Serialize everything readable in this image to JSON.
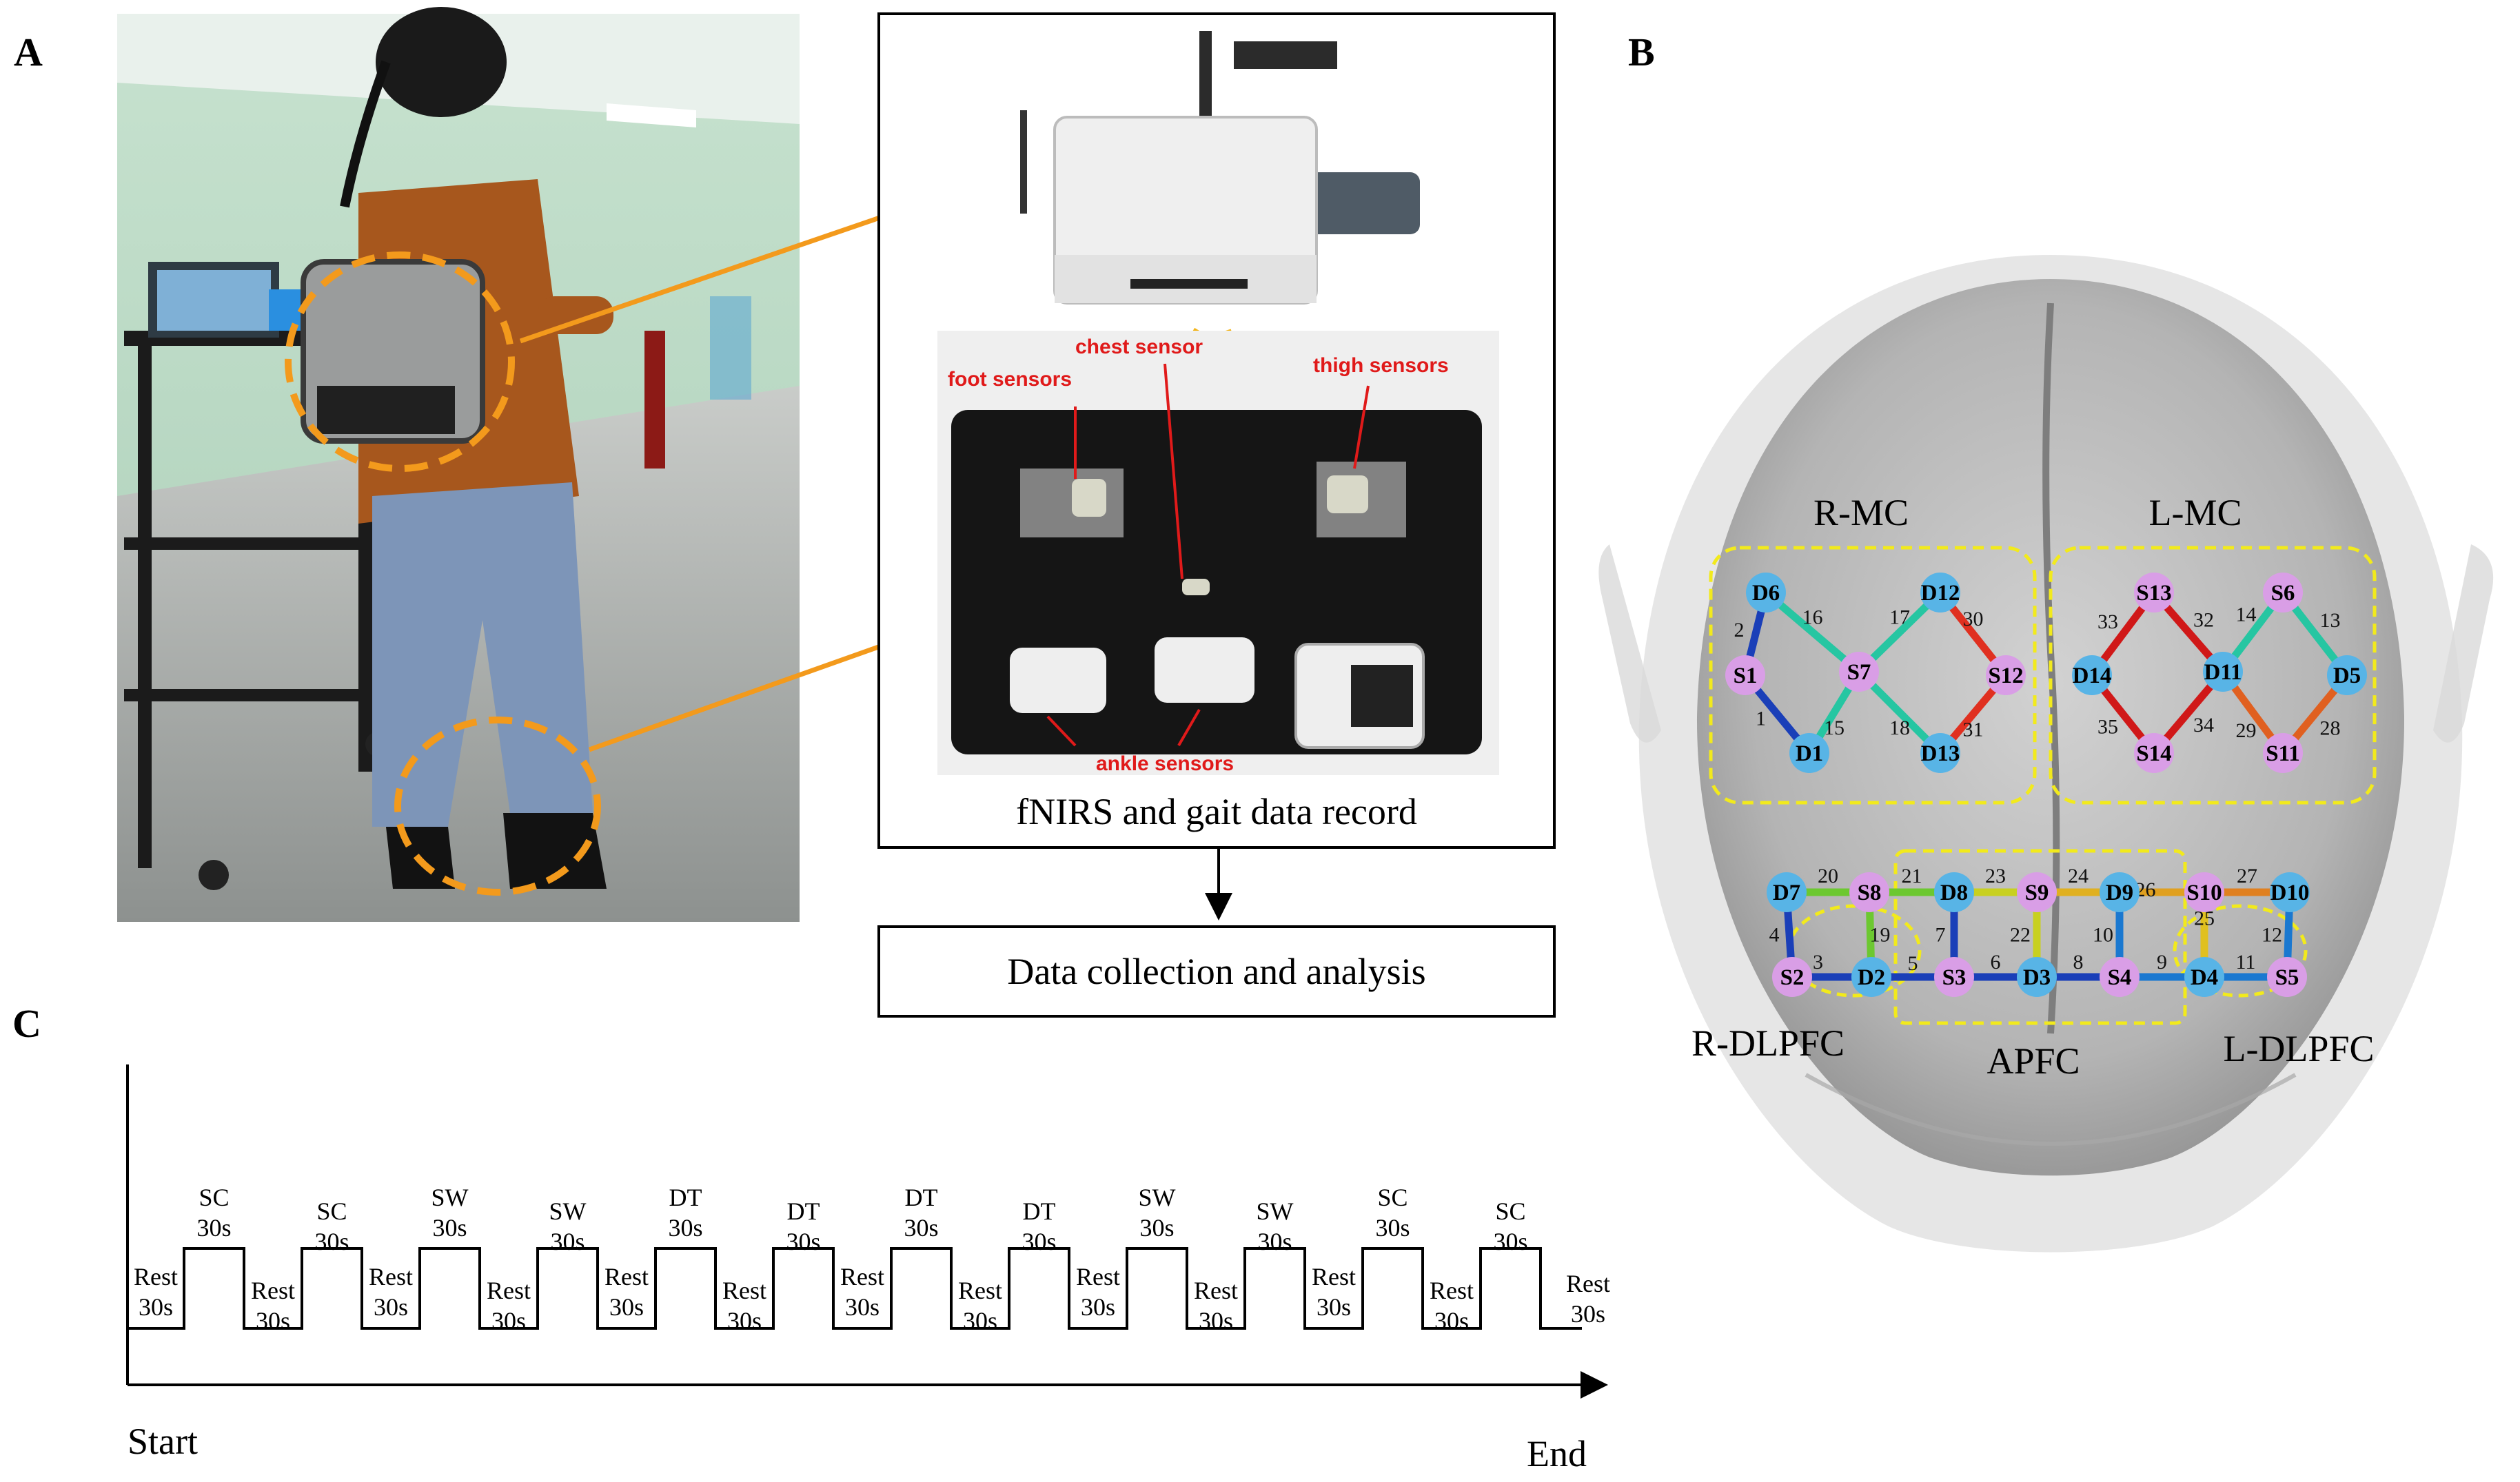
{
  "panels": {
    "a": "A",
    "b": "B",
    "c": "C"
  },
  "panel_a": {
    "right_caption": "fNIRS and gait data record",
    "sensors": {
      "foot": "foot sensors",
      "chest": "chest sensor",
      "thigh": "thigh sensors",
      "ankle": "ankle sensors"
    },
    "next_box": "Data collection and analysis"
  },
  "panel_b": {
    "regions": {
      "rmc": "R-MC",
      "lmc": "L-MC",
      "rdlpfc": "R-DLPFC",
      "apfc": "APFC",
      "ldlpfc": "L-DLPFC"
    },
    "colors": {
      "source": "#d99ee6",
      "detector": "#58b4e6",
      "roi_box": "#f2ea1c"
    },
    "nodes": [
      {
        "id": "D6",
        "kind": "detector"
      },
      {
        "id": "S1",
        "kind": "source"
      },
      {
        "id": "D1",
        "kind": "detector"
      },
      {
        "id": "S7",
        "kind": "source"
      },
      {
        "id": "D12",
        "kind": "detector"
      },
      {
        "id": "S12",
        "kind": "source"
      },
      {
        "id": "D13",
        "kind": "detector"
      },
      {
        "id": "S13",
        "kind": "source"
      },
      {
        "id": "D14",
        "kind": "detector"
      },
      {
        "id": "S14",
        "kind": "source"
      },
      {
        "id": "D11",
        "kind": "detector"
      },
      {
        "id": "S6",
        "kind": "source"
      },
      {
        "id": "D5",
        "kind": "detector"
      },
      {
        "id": "S11",
        "kind": "source"
      },
      {
        "id": "D7",
        "kind": "detector"
      },
      {
        "id": "S8",
        "kind": "source"
      },
      {
        "id": "D8",
        "kind": "detector"
      },
      {
        "id": "S9",
        "kind": "source"
      },
      {
        "id": "D9",
        "kind": "detector"
      },
      {
        "id": "S10",
        "kind": "source"
      },
      {
        "id": "D10",
        "kind": "detector"
      },
      {
        "id": "S2",
        "kind": "source"
      },
      {
        "id": "D2",
        "kind": "detector"
      },
      {
        "id": "S3",
        "kind": "source"
      },
      {
        "id": "D3",
        "kind": "detector"
      },
      {
        "id": "S4",
        "kind": "source"
      },
      {
        "id": "D4",
        "kind": "detector"
      },
      {
        "id": "S5",
        "kind": "source"
      }
    ],
    "channels": [
      {
        "num": "1",
        "a": "S1",
        "b": "D1",
        "color": "#1a3fb8"
      },
      {
        "num": "2",
        "a": "D6",
        "b": "S1",
        "color": "#1a3fb8"
      },
      {
        "num": "16",
        "a": "D6",
        "b": "S7",
        "color": "#26c6a2"
      },
      {
        "num": "15",
        "a": "S7",
        "b": "D1",
        "color": "#26c6a2"
      },
      {
        "num": "17",
        "a": "S7",
        "b": "D12",
        "color": "#26c6a2"
      },
      {
        "num": "18",
        "a": "S7",
        "b": "D13",
        "color": "#26c6a2"
      },
      {
        "num": "30",
        "a": "D12",
        "b": "S12",
        "color": "#e03020"
      },
      {
        "num": "31",
        "a": "S12",
        "b": "D13",
        "color": "#e03020"
      },
      {
        "num": "33",
        "a": "D14",
        "b": "S13",
        "color": "#d01818"
      },
      {
        "num": "35",
        "a": "D14",
        "b": "S14",
        "color": "#d01818"
      },
      {
        "num": "32",
        "a": "S13",
        "b": "D11",
        "color": "#d01818"
      },
      {
        "num": "34",
        "a": "S14",
        "b": "D11",
        "color": "#d01818"
      },
      {
        "num": "14",
        "a": "D11",
        "b": "S6",
        "color": "#26c6a2"
      },
      {
        "num": "29",
        "a": "D11",
        "b": "S11",
        "color": "#e06020"
      },
      {
        "num": "13",
        "a": "S6",
        "b": "D5",
        "color": "#26c6a2"
      },
      {
        "num": "28",
        "a": "S11",
        "b": "D5",
        "color": "#e06020"
      },
      {
        "num": "20",
        "a": "D7",
        "b": "S8",
        "color": "#6cc830"
      },
      {
        "num": "4",
        "a": "D7",
        "b": "S2",
        "color": "#1a3fb8"
      },
      {
        "num": "3",
        "a": "S2",
        "b": "D2",
        "color": "#1a3fb8"
      },
      {
        "num": "19",
        "a": "S8",
        "b": "D2",
        "color": "#6cc830"
      },
      {
        "num": "21",
        "a": "S8",
        "b": "D8",
        "color": "#6cc830"
      },
      {
        "num": "5",
        "a": "D2",
        "b": "S3",
        "color": "#1a3fb8"
      },
      {
        "num": "7",
        "a": "D8",
        "b": "S3",
        "color": "#1a3fb8"
      },
      {
        "num": "23",
        "a": "D8",
        "b": "S9",
        "color": "#c8d020"
      },
      {
        "num": "22",
        "a": "S9",
        "b": "D3",
        "color": "#c8d020"
      },
      {
        "num": "6",
        "a": "S3",
        "b": "D3",
        "color": "#1a3fb8"
      },
      {
        "num": "24",
        "a": "S9",
        "b": "D9",
        "color": "#e0b020"
      },
      {
        "num": "8",
        "a": "D3",
        "b": "S4",
        "color": "#1a3fb8"
      },
      {
        "num": "10",
        "a": "D9",
        "b": "S4",
        "color": "#1a78d0"
      },
      {
        "num": "26",
        "a": "D9",
        "b": "S10",
        "color": "#e0a020"
      },
      {
        "num": "9",
        "a": "S4",
        "b": "D4",
        "color": "#1a78d0"
      },
      {
        "num": "25",
        "a": "S10",
        "b": "D4",
        "color": "#e0c020"
      },
      {
        "num": "27",
        "a": "S10",
        "b": "D10",
        "color": "#e08020"
      },
      {
        "num": "11",
        "a": "D4",
        "b": "S5",
        "color": "#1a78d0"
      },
      {
        "num": "12",
        "a": "D10",
        "b": "S5",
        "color": "#1a78d0"
      }
    ]
  },
  "panel_c": {
    "blocks": [
      {
        "rest": "Rest 30s",
        "task": "SC 30s"
      },
      {
        "rest": "Rest 30s",
        "task": "SC 30s"
      },
      {
        "rest": "Rest 30s",
        "task": "SW 30s"
      },
      {
        "rest": "Rest 30s",
        "task": "SW 30s"
      },
      {
        "rest": "Rest 30s",
        "task": "DT 30s"
      },
      {
        "rest": "Rest 30s",
        "task": "DT 30s"
      },
      {
        "rest": "Rest 30s",
        "task": "DT 30s"
      },
      {
        "rest": "Rest 30s",
        "task": "DT 30s"
      },
      {
        "rest": "Rest 30s",
        "task": "SW 30s"
      },
      {
        "rest": "Rest 30s",
        "task": "SW 30s"
      },
      {
        "rest": "Rest 30s",
        "task": "SC 30s"
      },
      {
        "rest": "Rest 30s",
        "task": "SC 30s"
      }
    ],
    "final_rest": "Rest 30s",
    "start": "Start",
    "end": "End"
  }
}
